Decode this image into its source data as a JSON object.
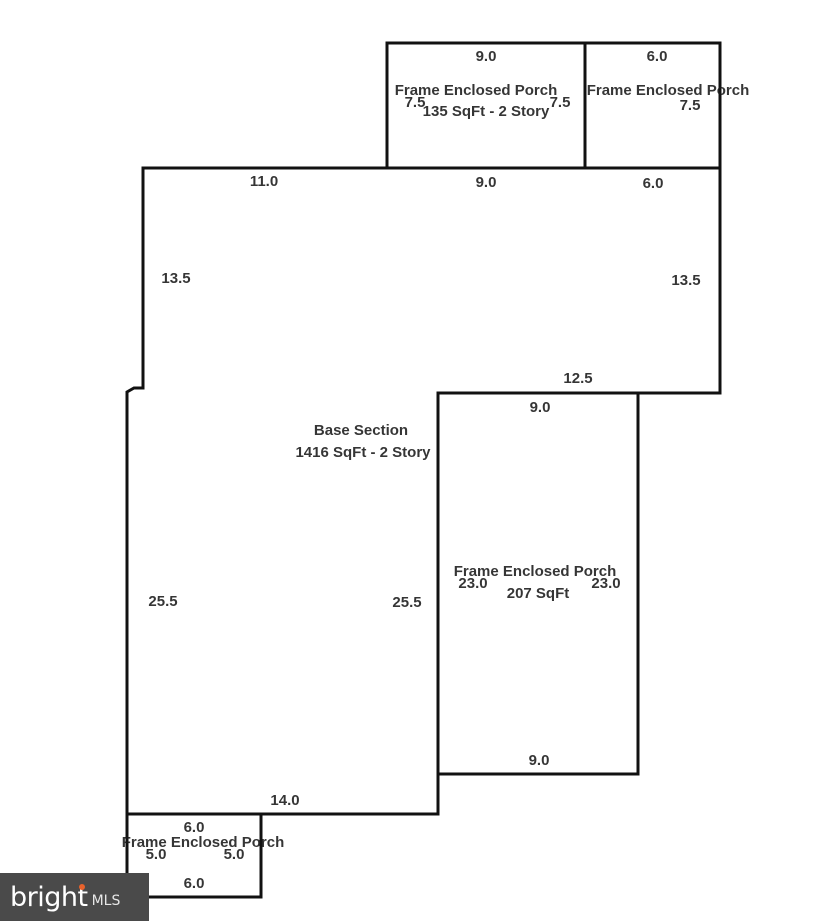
{
  "sections": {
    "top_porch_left": {
      "name": "Frame Enclosed Porch",
      "area": "135 SqFt - 2 Story",
      "dim_top": "9.0",
      "dim_left": "7.5",
      "dim_right": "7.5",
      "dim_bottom": "9.0"
    },
    "top_porch_right": {
      "name": "Frame Enclosed Porch",
      "dim_top": "6.0",
      "dim_right": "7.5",
      "dim_bottom": "6.0"
    },
    "base": {
      "name": "Base Section",
      "area": "1416 SqFt - 2 Story",
      "dim_top": "11.0",
      "dim_upper_left": "13.5",
      "dim_upper_right": "13.5",
      "dim_step": "12.5",
      "dim_lower_left": "25.5",
      "dim_lower_right": "25.5",
      "dim_bottom": "14.0"
    },
    "side_porch": {
      "name": "Frame Enclosed Porch",
      "area": "207 SqFt",
      "dim_top": "9.0",
      "dim_left": "23.0",
      "dim_right": "23.0",
      "dim_bottom": "9.0"
    },
    "bottom_porch": {
      "name": "Frame Enclosed Porch",
      "dim_top": "6.0",
      "dim_left": "5.0",
      "dim_right": "5.0",
      "dim_bottom": "6.0"
    }
  },
  "watermark": {
    "brand": "bright",
    "suffix": "MLS"
  }
}
